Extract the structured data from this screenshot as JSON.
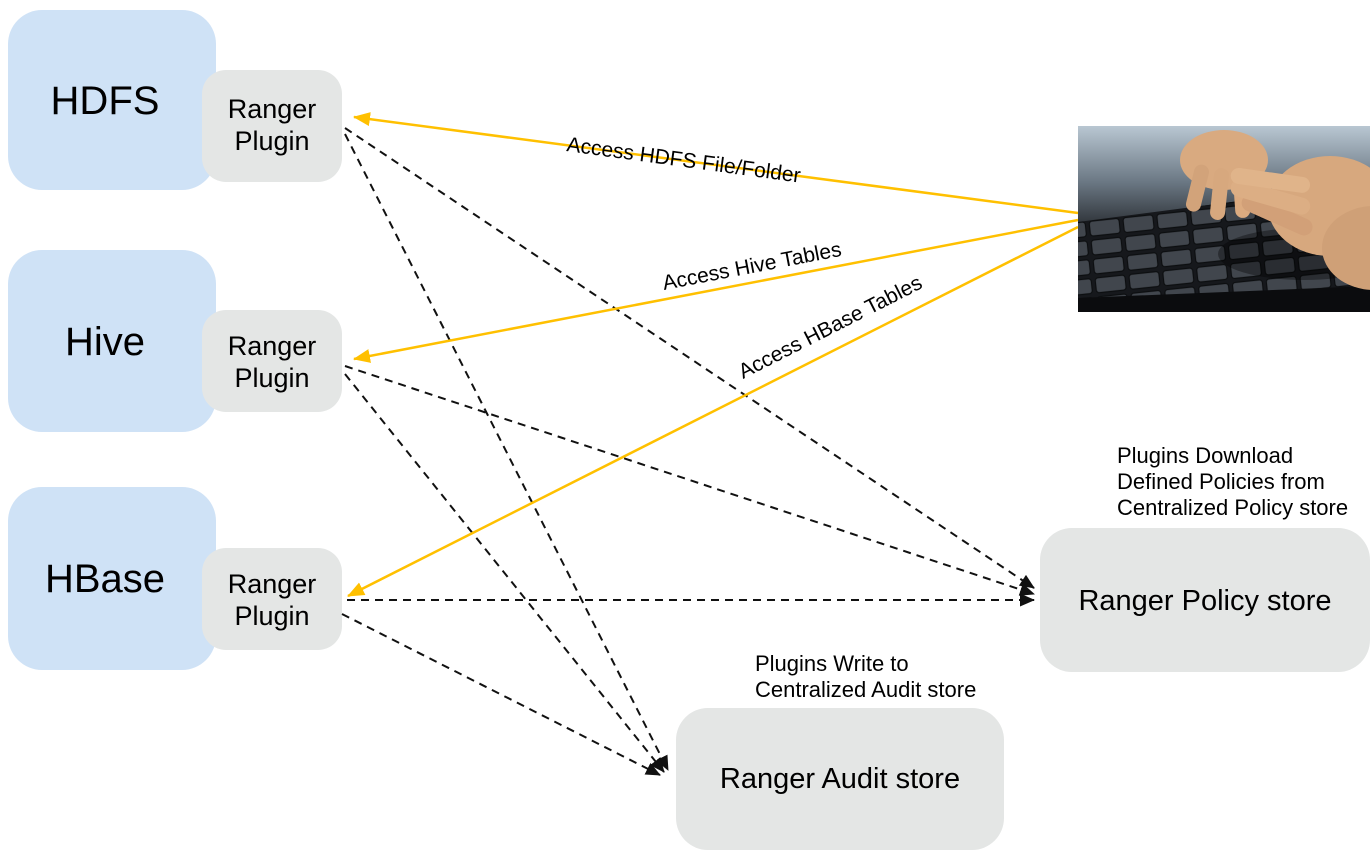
{
  "services": [
    {
      "label": "HDFS"
    },
    {
      "label": "Hive"
    },
    {
      "label": "HBase"
    }
  ],
  "plugin": {
    "line1": "Ranger",
    "line2": "Plugin"
  },
  "stores": {
    "policy": "Ranger Policy store",
    "audit": "Ranger Audit store"
  },
  "notes": {
    "policy": {
      "line1": "Plugins Download",
      "line2": "Defined Policies from",
      "line3": "Centralized Policy store"
    },
    "audit": {
      "line1": "Plugins Write to",
      "line2": "Centralized Audit store"
    }
  },
  "arrow_labels": {
    "hdfs": "Access HDFS File/Folder",
    "hive": "Access Hive Tables",
    "hbase": "Access HBase Tables"
  },
  "colors": {
    "service_fill": "#cfe2f6",
    "box_fill": "#e4e6e5",
    "access_arrow": "#ffc000",
    "dashed_arrow": "#111111",
    "text": "#000000"
  }
}
